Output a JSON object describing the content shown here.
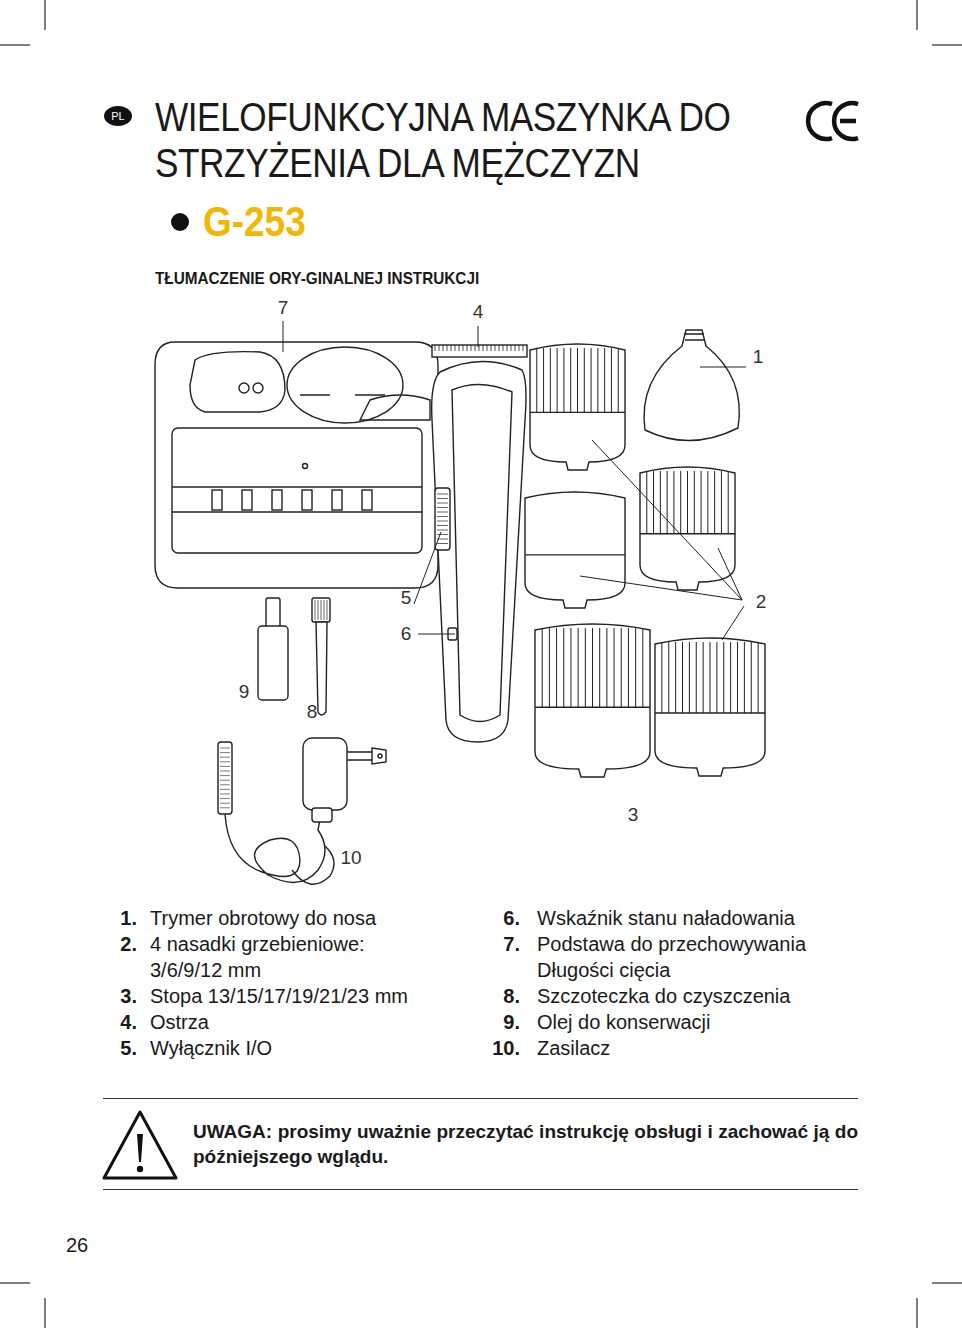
{
  "diagram": {
    "title": "WIELOFUNKCYJNA MASZYNKA DO STRZYŻENIA DLA MĘŻCZYZN",
    "nodes": [
      {
        "text": [
          "UWAGA: prosimy uważnie przeczytać instrukcję obsługi i zachować ją do późniejszego wglądu."
        ]
      }
    ],
    "labels": [
      "PL",
      "G-253",
      "TŁUMACZENIE ORY-GINALNEJ INSTRUKCJI",
      "7",
      "4",
      "1",
      "5",
      "2",
      "6",
      "9",
      "8",
      "3",
      "10",
      "1.",
      "Trymer obrotowy do nosa",
      "2.",
      "4 nasadki grzebieniowe: 3/6/9/12 mm",
      "3.",
      "Stopa 13/15/17/19/21/23 mm",
      "4.",
      "Ostrza",
      "5.",
      "Wyłącznik I/O",
      "6.",
      "Wskaźnik stanu naładowania",
      "7.",
      "Podstawa do przechowywania Długości cięcia",
      "8.",
      "Szczoteczka do czyszczenia",
      "9.",
      "Olej do konserwacji",
      "10.",
      "Zasilacz",
      "26"
    ]
  }
}
